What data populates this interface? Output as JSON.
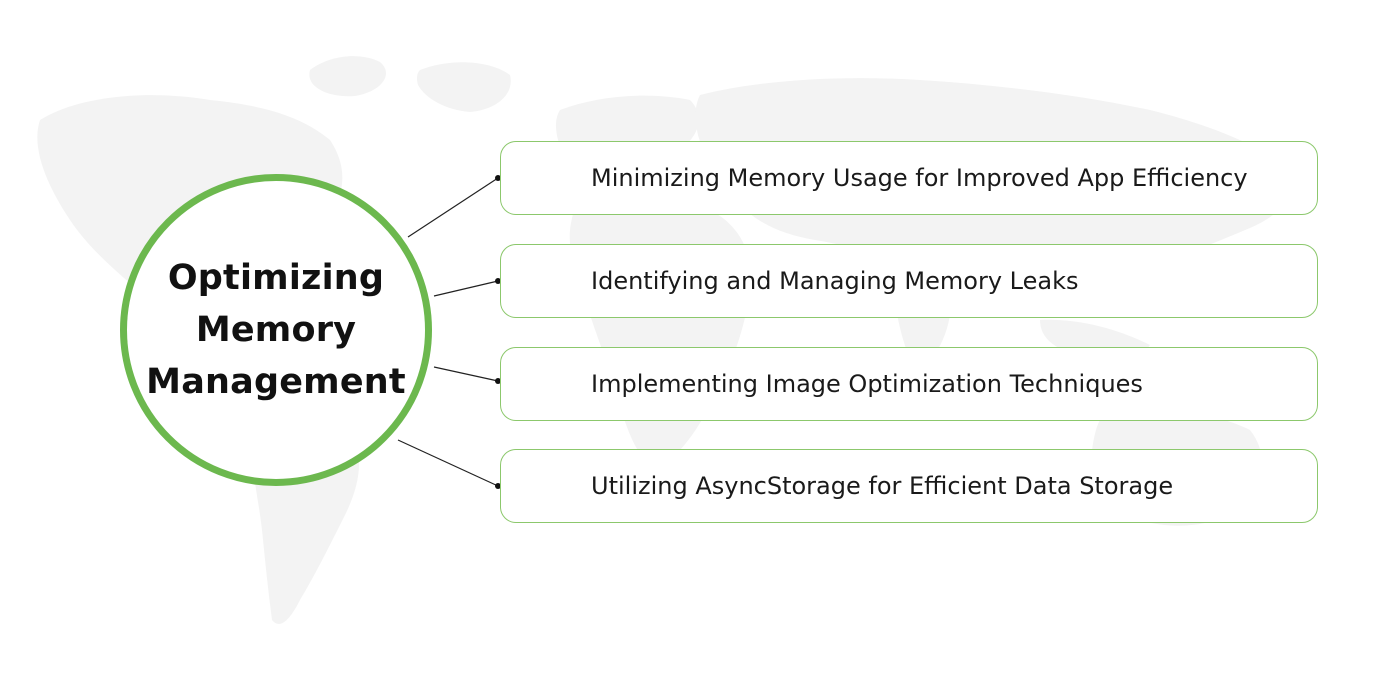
{
  "diagram": {
    "center": {
      "title": "Optimizing\nMemory\nManagement"
    },
    "items": [
      {
        "label": "Minimizing Memory Usage for Improved App Efficiency"
      },
      {
        "label": "Identifying and Managing Memory Leaks"
      },
      {
        "label": "Implementing Image Optimization Techniques"
      },
      {
        "label": "Utilizing AsyncStorage for Efficient Data Storage"
      }
    ]
  },
  "colors": {
    "accent": "#6cb84e",
    "box_border": "#8cc86c",
    "background_map": "#f2f2f2",
    "text": "#111111",
    "connector": "#222222"
  }
}
